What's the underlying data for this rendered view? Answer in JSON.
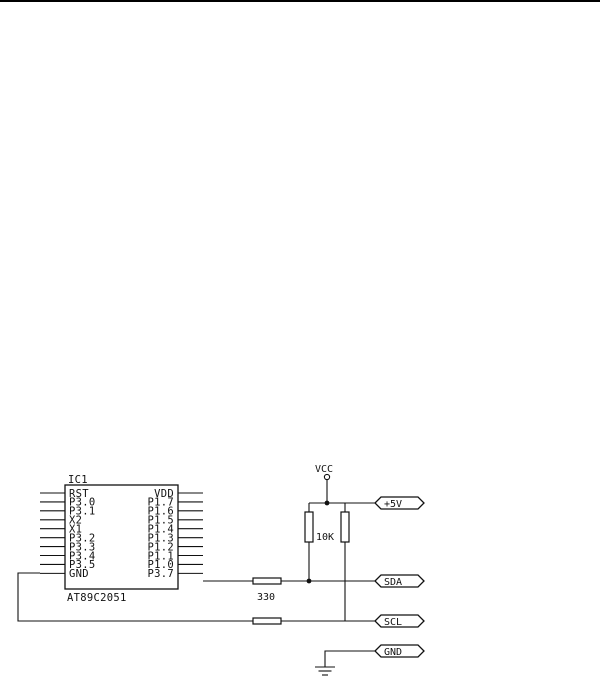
{
  "ic": {
    "ref": "IC1",
    "part": "AT89C2051",
    "left_pins": [
      "RST",
      "P3.0",
      "P3.1",
      "X2",
      "X1",
      "P3.2",
      "P3.3",
      "P3.4",
      "P3.5",
      "GND"
    ],
    "right_pins": [
      "VDD",
      "P1.7",
      "P1.6",
      "P1.5",
      "P1.4",
      "P1.3",
      "P1.2",
      "P1.1",
      "P1.0",
      "P3.7"
    ]
  },
  "power": {
    "vcc": "VCC"
  },
  "resistors": {
    "series": "330",
    "pullup": "10K"
  },
  "connectors": {
    "v5": "+5V",
    "sda": "SDA",
    "scl": "SCL",
    "gnd": "GND"
  }
}
